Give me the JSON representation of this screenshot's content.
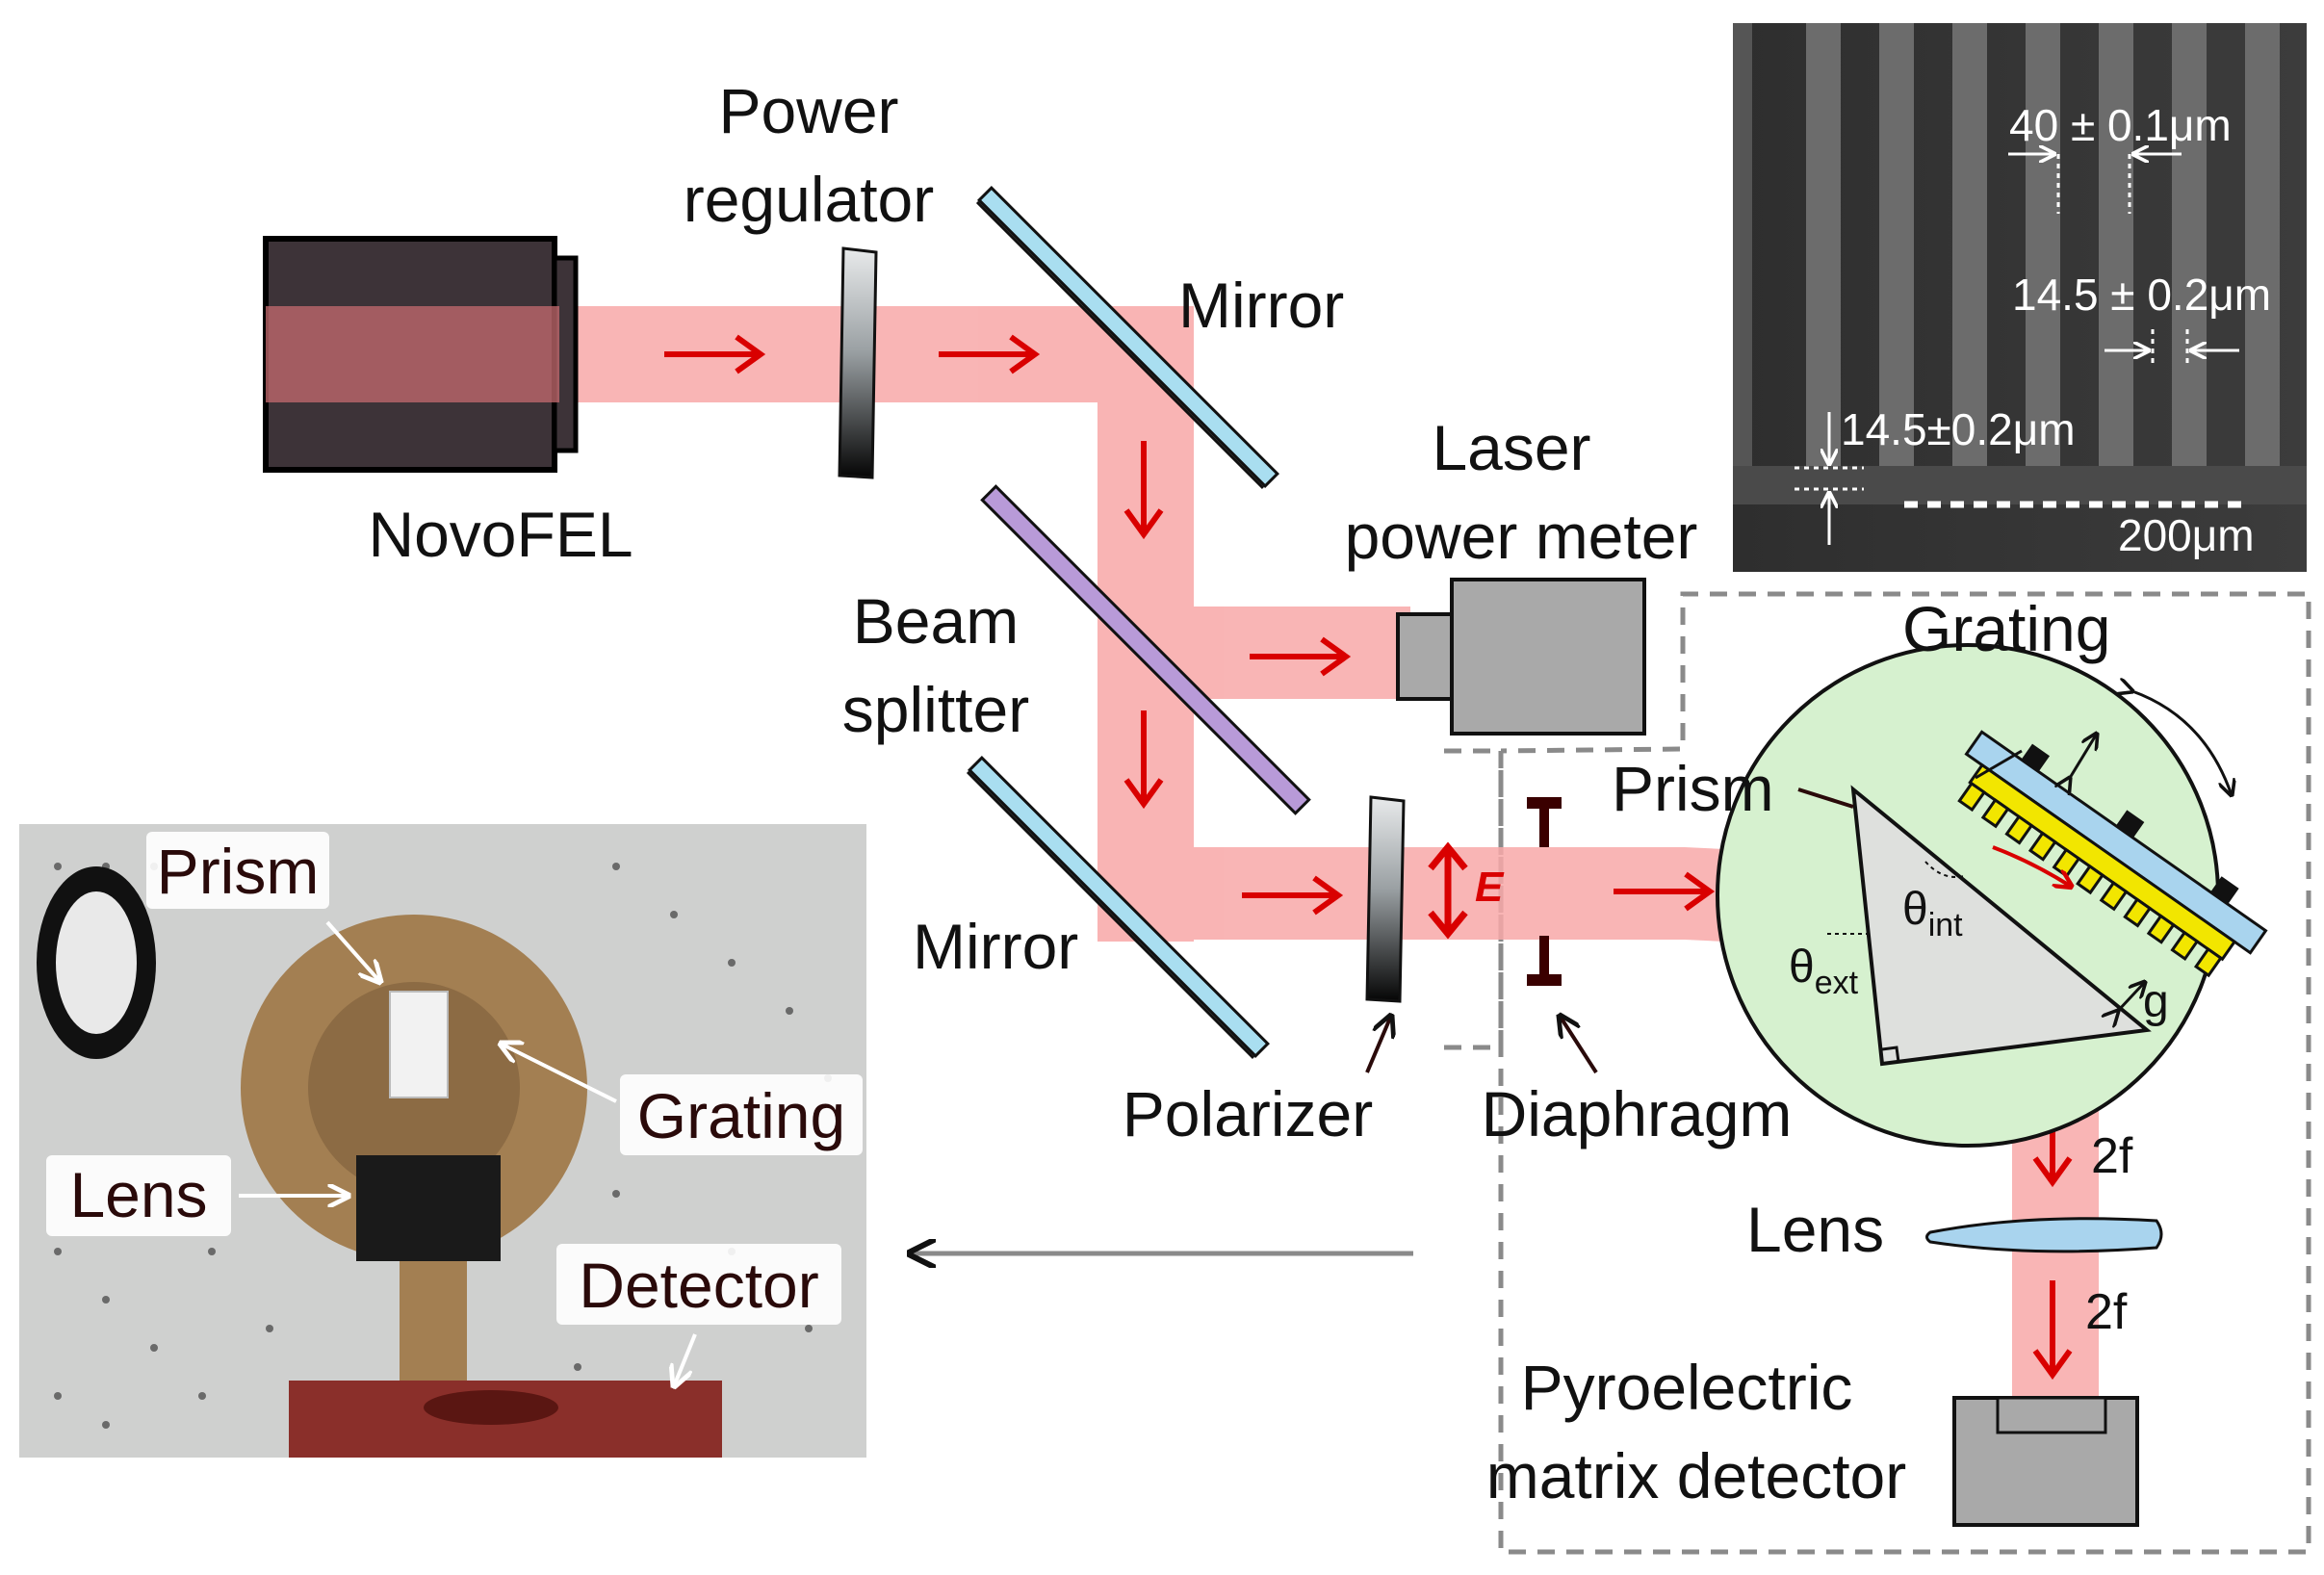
{
  "labels": {
    "source": "NovoFEL",
    "power_regulator_1": "Power",
    "power_regulator_2": "regulator",
    "mirror_top": "Mirror",
    "mirror_bottom": "Mirror",
    "beam_splitter_1": "Beam",
    "beam_splitter_2": "splitter",
    "laser_power_meter_1": "Laser",
    "laser_power_meter_2": "power meter",
    "polarizer": "Polarizer",
    "diaphragm": "Diaphragm",
    "polarization": "E",
    "prism": "Prism",
    "grating": "Grating",
    "theta_int": "θ",
    "theta_int_sub": "int",
    "theta_ext": "θ",
    "theta_ext_sub": "ext",
    "gap": "g",
    "lens": "Lens",
    "two_f_upper": "2f",
    "two_f_lower": "2f",
    "detector_1": "Pyroelectric",
    "detector_2": "matrix detector"
  },
  "sem_inset": {
    "period": "40 ± 0.1μm",
    "width": "14.5 ± 0.2μm",
    "depth": "14.5±0.2μm",
    "scale_bar": "200μm"
  },
  "photo_inset": {
    "prism": "Prism",
    "grating": "Grating",
    "lens": "Lens",
    "detector": "Detector"
  },
  "colors": {
    "beam": "#f8a8a8",
    "arrow": "#d90000",
    "source_body": "#3d3338",
    "mirror": "#a9def0",
    "beam_splitter": "#b89ad8",
    "stage": "#d6f1cf",
    "grating_teeth": "#f2e600",
    "grating_plate": "#a9d4ee",
    "meter": "#a9a9a9"
  }
}
